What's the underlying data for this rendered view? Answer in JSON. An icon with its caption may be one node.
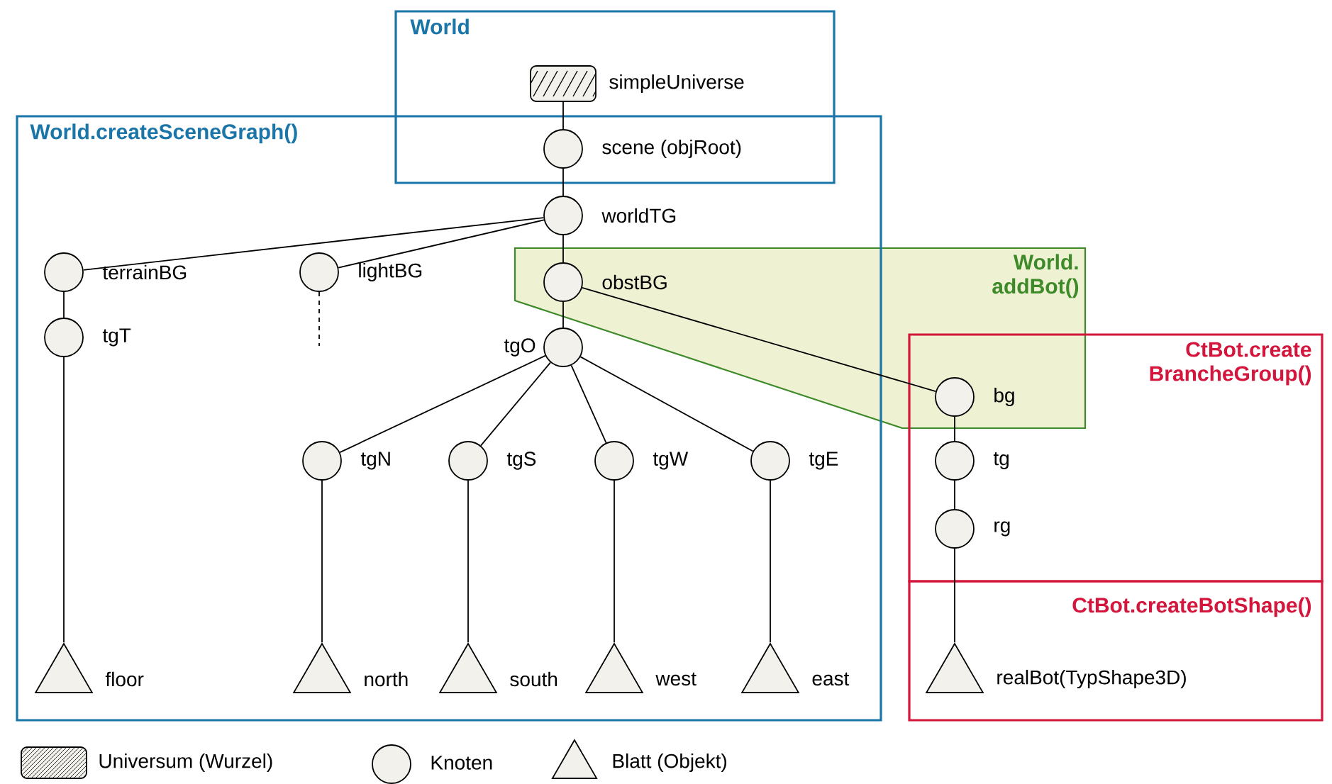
{
  "diagram": {
    "nodes": [
      {
        "text": [
          "World"
        ]
      },
      {
        "text": [],
        "shape": "box",
        "beside": [
          "simpleUniverse"
        ],
        "in": 0
      },
      {
        "text": [
          "World.createSceneGraph()"
        ]
      },
      {
        "text": [],
        "shape": "circle",
        "beside": [
          "scene (objRoot)"
        ]
      },
      {
        "text": [],
        "shape": "circle",
        "beside": [
          "worldTG"
        ],
        "in": 2
      },
      {
        "text": [
          "World. addBot()"
        ]
      },
      {
        "text": [],
        "shape": "circle",
        "beside": [
          "terrainBG"
        ],
        "in": 2
      },
      {
        "text": [],
        "shape": "circle",
        "beside": [
          "lightBG"
        ],
        "in": 2
      },
      {
        "text": [],
        "shape": "circle",
        "beside": [
          "obstBG"
        ],
        "in": 2
      },
      {
        "text": [],
        "shape": "circle",
        "beside": [
          "tgT"
        ],
        "in": 2
      },
      {
        "text": [],
        "shape": "circle",
        "beside": [
          "tgO"
        ],
        "in": 2
      },
      {
        "text": [
          "CtBot.create BrancheGroup()"
        ]
      },
      {
        "text": [],
        "shape": "circle",
        "beside": [
          "bg"
        ],
        "in": 11
      },
      {
        "text": [],
        "shape": "circle",
        "beside": [
          "tgN"
        ],
        "in": 2
      },
      {
        "text": [],
        "shape": "circle",
        "beside": [
          "tgS"
        ],
        "in": 2
      },
      {
        "text": [],
        "shape": "circle",
        "beside": [
          "tgW"
        ],
        "in": 2
      },
      {
        "text": [],
        "shape": "circle",
        "beside": [
          "tgE"
        ],
        "in": 2
      },
      {
        "text": [],
        "shape": "circle",
        "beside": [
          "tg"
        ],
        "in": 11
      },
      {
        "text": [],
        "shape": "circle",
        "beside": [
          "rg"
        ],
        "in": 11
      },
      {
        "text": [
          "CtBot.createBotShape()"
        ]
      },
      {
        "text": [],
        "shape": "triangle",
        "beside": [
          "floor"
        ],
        "in": 2
      },
      {
        "text": [],
        "shape": "triangle",
        "beside": [
          "north"
        ],
        "in": 2
      },
      {
        "text": [],
        "shape": "triangle",
        "beside": [
          "south"
        ],
        "in": 2
      },
      {
        "text": [],
        "shape": "triangle",
        "beside": [
          "west"
        ],
        "in": 2
      },
      {
        "text": [],
        "shape": "triangle",
        "beside": [
          "east"
        ],
        "in": 2
      },
      {
        "text": [],
        "shape": "triangle",
        "beside": [
          "realBot(TypShape3D)"
        ],
        "in": 19
      }
    ],
    "edges": [
      {
        "from": 1,
        "to": 3,
        "arrow": "none"
      },
      {
        "from": 3,
        "to": 4,
        "arrow": "none"
      },
      {
        "from": 4,
        "to": 6,
        "arrow": "none"
      },
      {
        "from": 4,
        "to": 7,
        "arrow": "none"
      },
      {
        "from": 4,
        "to": 8,
        "arrow": "none"
      },
      {
        "from": 6,
        "to": 9,
        "arrow": "none"
      },
      {
        "from": 7,
        "to": null,
        "arrow": "none",
        "style": "dashed"
      },
      {
        "from": 8,
        "to": 10,
        "arrow": "none"
      },
      {
        "from": 8,
        "to": 12,
        "arrow": "none"
      },
      {
        "from": 10,
        "to": 13,
        "arrow": "none"
      },
      {
        "from": 10,
        "to": 14,
        "arrow": "none"
      },
      {
        "from": 10,
        "to": 15,
        "arrow": "none"
      },
      {
        "from": 10,
        "to": 16,
        "arrow": "none"
      },
      {
        "from": 12,
        "to": 17,
        "arrow": "none"
      },
      {
        "from": 17,
        "to": 18,
        "arrow": "none"
      },
      {
        "from": 9,
        "to": 20,
        "arrow": "none"
      },
      {
        "from": 13,
        "to": 21,
        "arrow": "none"
      },
      {
        "from": 14,
        "to": 22,
        "arrow": "none"
      },
      {
        "from": 15,
        "to": 23,
        "arrow": "none"
      },
      {
        "from": 16,
        "to": 24,
        "arrow": "none"
      },
      {
        "from": 18,
        "to": 25,
        "arrow": "none"
      }
    ],
    "legend": [
      {
        "text": "Universum (Wurzel)"
      },
      {
        "text": "Knoten"
      },
      {
        "text": "Blatt (Objekt)"
      }
    ]
  }
}
